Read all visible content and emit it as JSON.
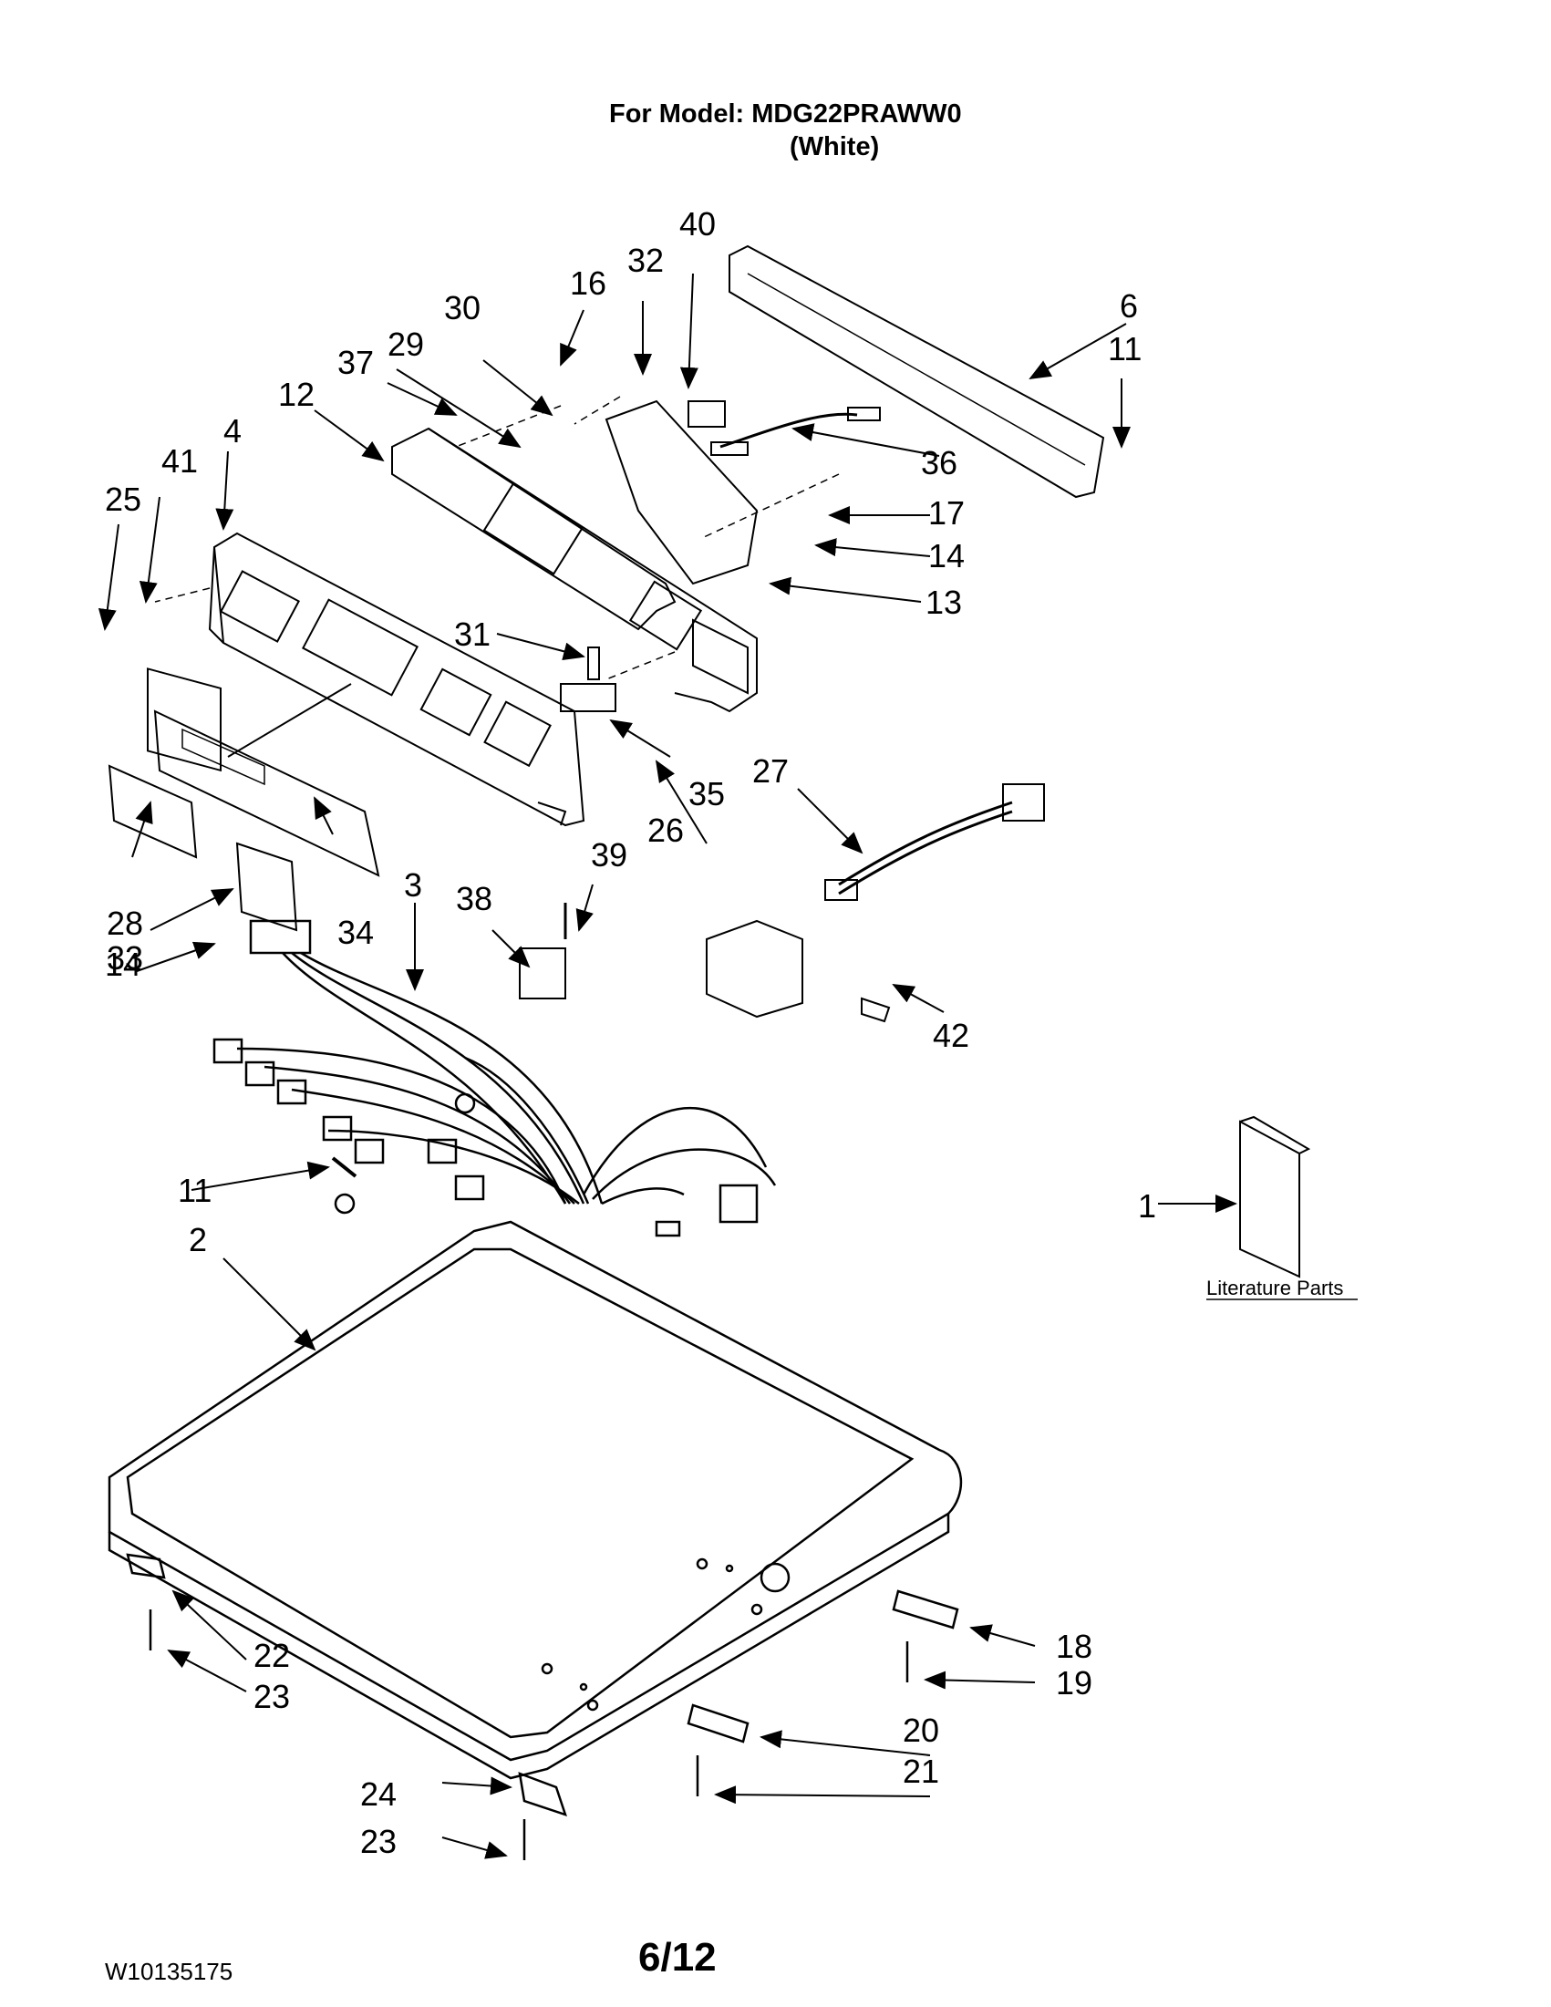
{
  "header": {
    "model_line": "For Model: MDG22PRAWW0",
    "color_line": "(White)"
  },
  "literature_label": "Literature Parts",
  "footer": {
    "doc_number": "W10135175",
    "page": "6/12"
  },
  "callouts": {
    "n1": "1",
    "n2": "2",
    "n3": "3",
    "n4": "4",
    "n6": "6",
    "n11a": "11",
    "n11b": "11",
    "n12": "12",
    "n13": "13",
    "n14a": "14",
    "n14b": "14",
    "n16": "16",
    "n17": "17",
    "n18": "18",
    "n19": "19",
    "n20": "20",
    "n21": "21",
    "n22": "22",
    "n23a": "23",
    "n23b": "23",
    "n24": "24",
    "n25": "25",
    "n26": "26",
    "n27": "27",
    "n28": "28",
    "n29": "29",
    "n30": "30",
    "n31": "31",
    "n32": "32",
    "n33": "33",
    "n34": "34",
    "n35": "35",
    "n36": "36",
    "n37": "37",
    "n38": "38",
    "n39": "39",
    "n40": "40",
    "n41": "41",
    "n42": "42"
  }
}
